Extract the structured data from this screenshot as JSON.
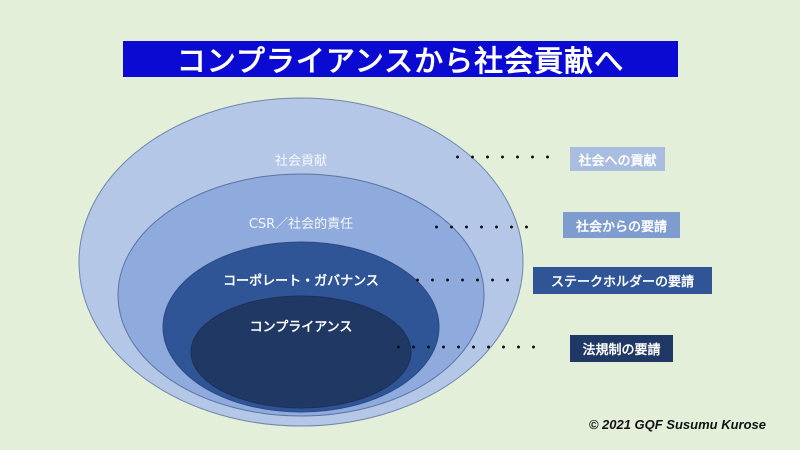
{
  "title": "コンプライアンスから社会貢献へ",
  "colors": {
    "background": "#e3efd9",
    "title_bg": "#0a0ad2",
    "ring_outer": "#b4c7e7",
    "ring_csr": "#8faadc",
    "ring_governance": "#2f5597",
    "ring_compliance": "#203864",
    "tag_light": "#a9bde0",
    "tag_mid": "#7f9ccf",
    "tag_dark": "#2f5597",
    "tag_darkest": "#203864"
  },
  "rings": [
    {
      "label": "社会貢献"
    },
    {
      "label": "CSR／社会的責任"
    },
    {
      "label": "コーポレート・ガバナンス"
    },
    {
      "label": "コンプライアンス"
    }
  ],
  "tags": [
    {
      "label": "社会への貢献"
    },
    {
      "label": "社会からの要請"
    },
    {
      "label": "ステークホルダーの要請"
    },
    {
      "label": "法規制の要請"
    }
  ],
  "copyright": "© 2021 GQF Susumu Kurose"
}
